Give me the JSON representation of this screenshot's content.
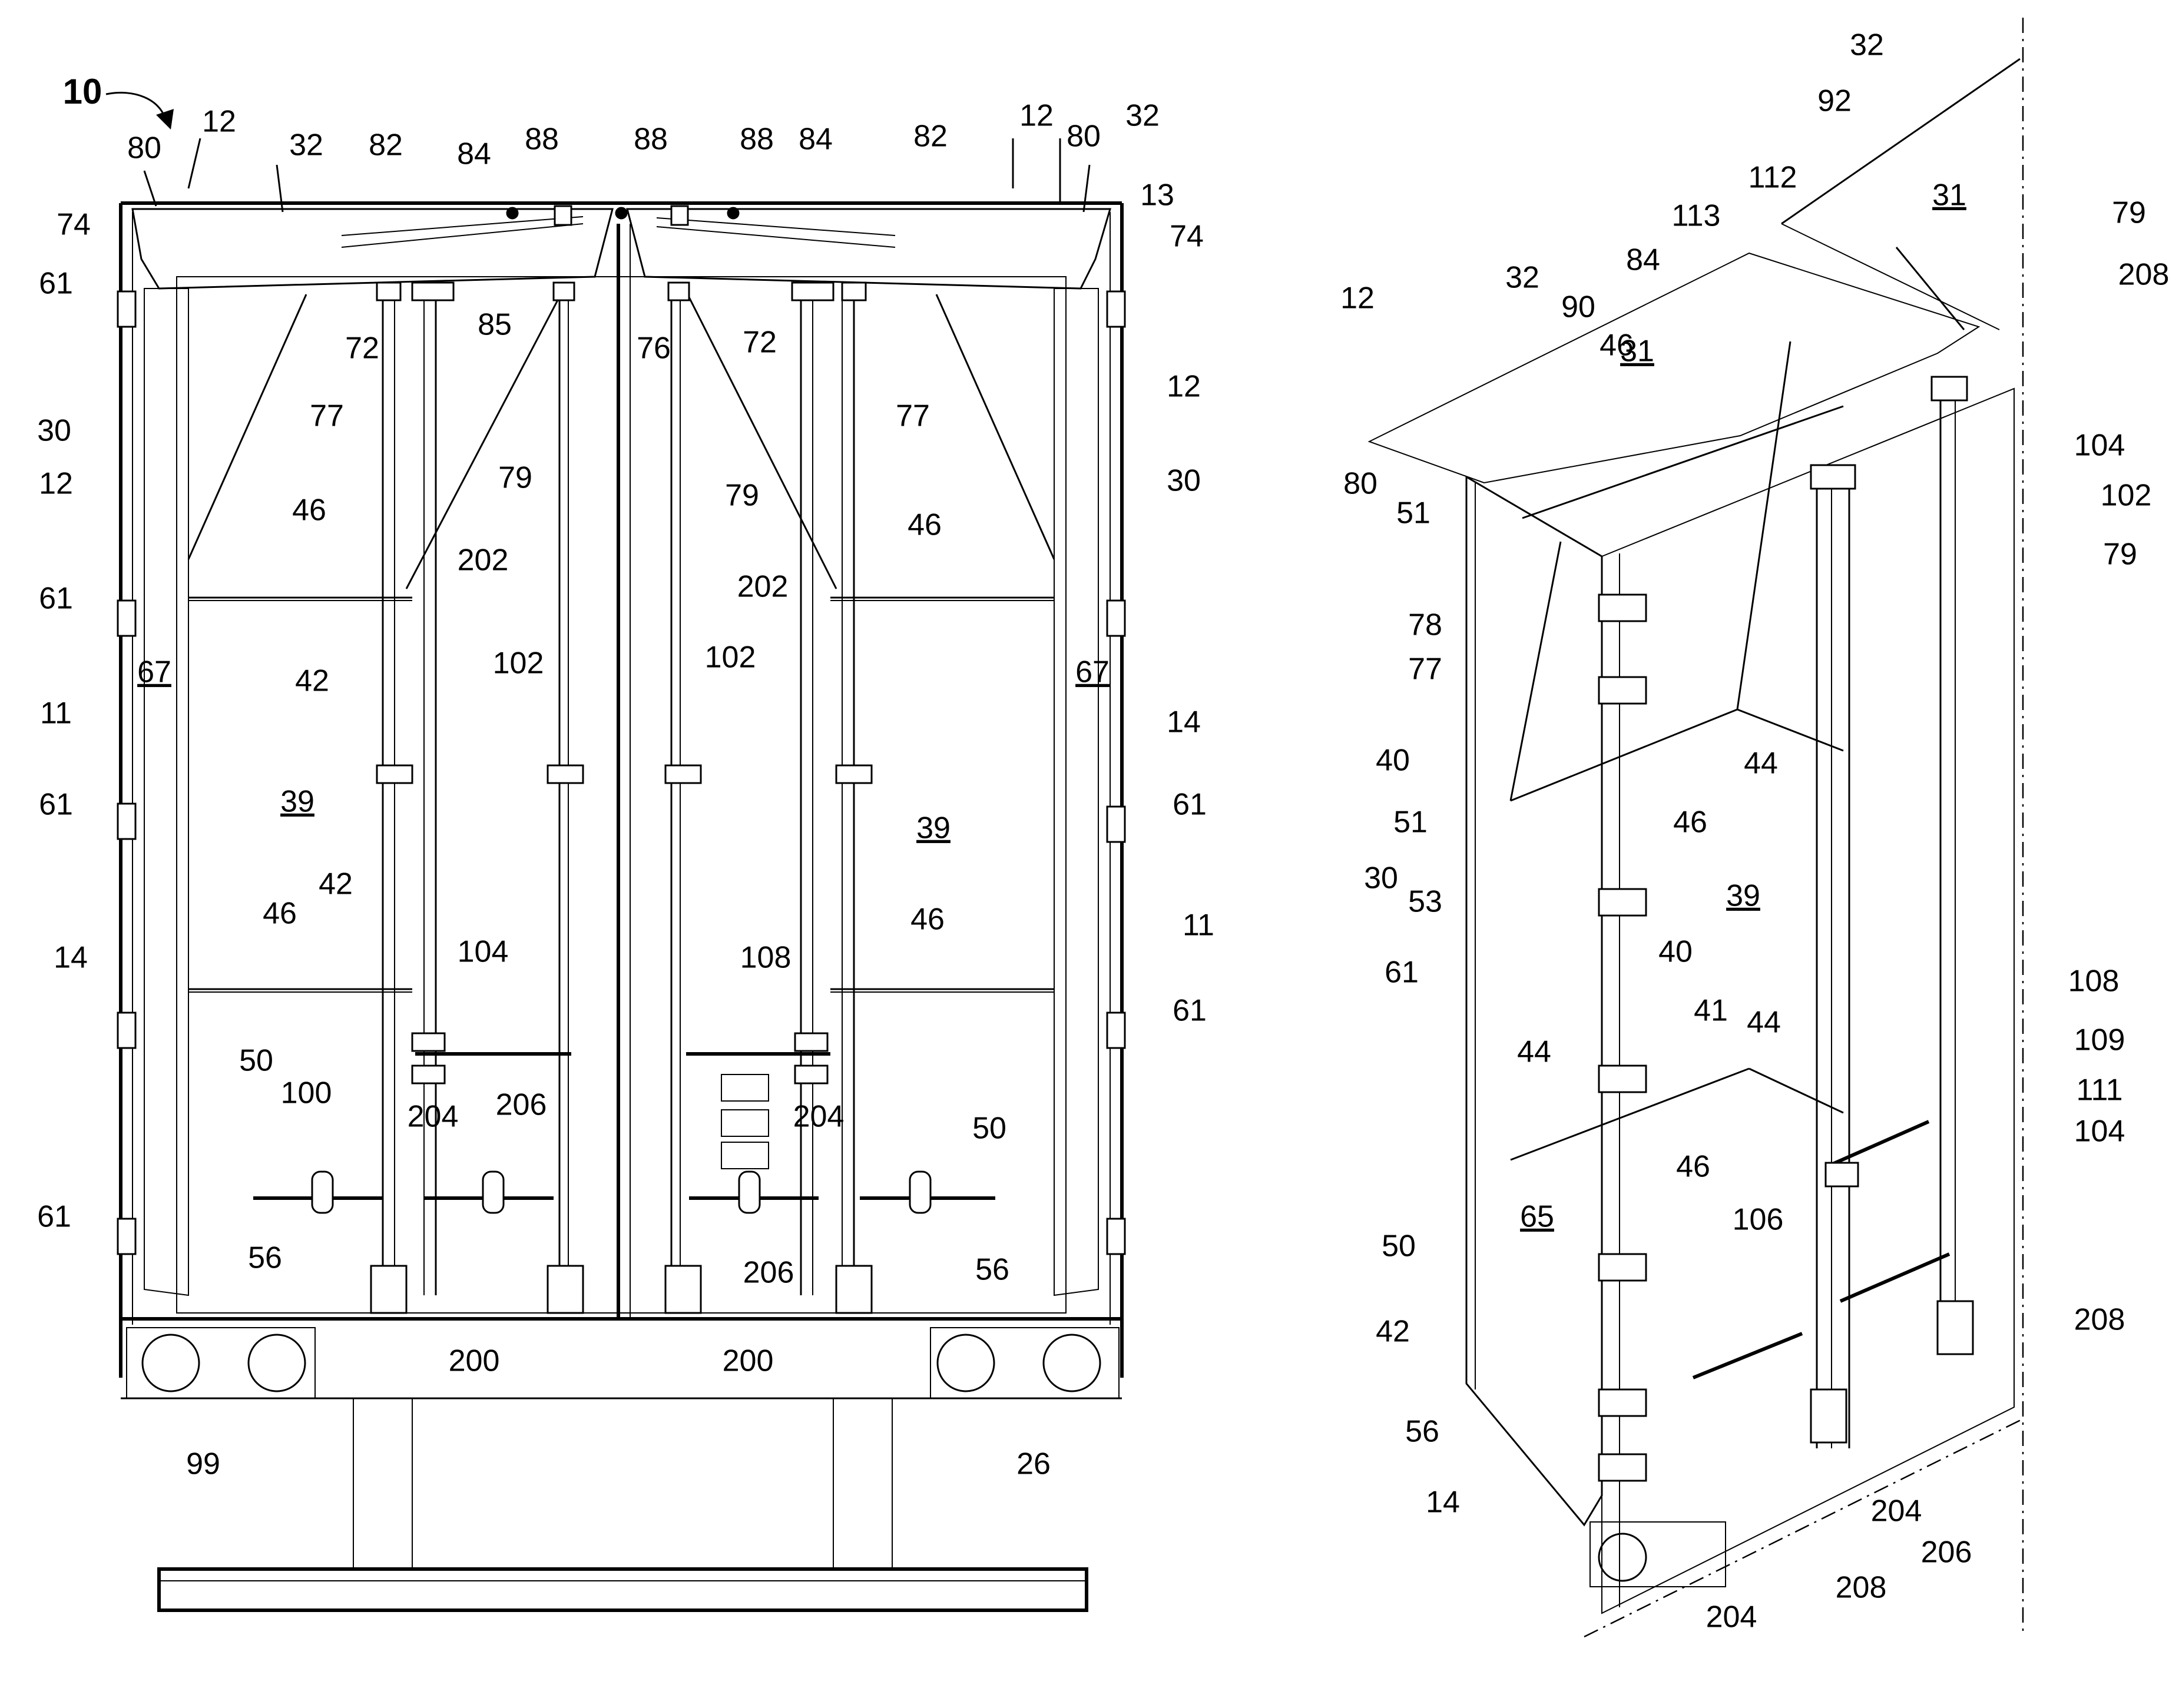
{
  "figure": {
    "main_ref": "10",
    "left_view_labels": [
      {
        "id": "l-80a",
        "text": "80"
      },
      {
        "id": "l-12a",
        "text": "12"
      },
      {
        "id": "l-32a",
        "text": "32"
      },
      {
        "id": "l-82a",
        "text": "82"
      },
      {
        "id": "l-84a",
        "text": "84"
      },
      {
        "id": "l-88a",
        "text": "88"
      },
      {
        "id": "l-88b",
        "text": "88"
      },
      {
        "id": "l-88c",
        "text": "88"
      },
      {
        "id": "l-84b",
        "text": "84"
      },
      {
        "id": "l-82b",
        "text": "82"
      },
      {
        "id": "l-12b",
        "text": "12"
      },
      {
        "id": "l-80b",
        "text": "80"
      },
      {
        "id": "l-32b",
        "text": "32"
      },
      {
        "id": "l-13",
        "text": "13"
      },
      {
        "id": "l-74a",
        "text": "74"
      },
      {
        "id": "l-74b",
        "text": "74"
      },
      {
        "id": "l-61a",
        "text": "61"
      },
      {
        "id": "l-72a",
        "text": "72"
      },
      {
        "id": "l-85",
        "text": "85"
      },
      {
        "id": "l-76",
        "text": "76"
      },
      {
        "id": "l-72b",
        "text": "72"
      },
      {
        "id": "l-30a",
        "text": "30"
      },
      {
        "id": "l-77a",
        "text": "77"
      },
      {
        "id": "l-77b",
        "text": "77"
      },
      {
        "id": "l-12c",
        "text": "12"
      },
      {
        "id": "l-12d",
        "text": "12"
      },
      {
        "id": "l-79a",
        "text": "79"
      },
      {
        "id": "l-79b",
        "text": "79"
      },
      {
        "id": "l-30b",
        "text": "30"
      },
      {
        "id": "l-46a",
        "text": "46"
      },
      {
        "id": "l-46b",
        "text": "46"
      },
      {
        "id": "l-202a",
        "text": "202"
      },
      {
        "id": "l-202b",
        "text": "202"
      },
      {
        "id": "l-61b",
        "text": "61"
      },
      {
        "id": "l-42a",
        "text": "42"
      },
      {
        "id": "l-102a",
        "text": "102"
      },
      {
        "id": "l-102b",
        "text": "102"
      },
      {
        "id": "l-67a",
        "text": "67",
        "underline": true
      },
      {
        "id": "l-67b",
        "text": "67",
        "underline": true
      },
      {
        "id": "l-11a",
        "text": "11"
      },
      {
        "id": "l-14a",
        "text": "14"
      },
      {
        "id": "l-39a",
        "text": "39",
        "underline": true
      },
      {
        "id": "l-39b",
        "text": "39",
        "underline": true
      },
      {
        "id": "l-61c",
        "text": "61"
      },
      {
        "id": "l-61d",
        "text": "61"
      },
      {
        "id": "l-42b",
        "text": "42"
      },
      {
        "id": "l-46c",
        "text": "46"
      },
      {
        "id": "l-46d",
        "text": "46"
      },
      {
        "id": "l-14b",
        "text": "14"
      },
      {
        "id": "l-11b",
        "text": "11"
      },
      {
        "id": "l-104a",
        "text": "104"
      },
      {
        "id": "l-108a",
        "text": "108"
      },
      {
        "id": "l-61e",
        "text": "61"
      },
      {
        "id": "l-50a",
        "text": "50"
      },
      {
        "id": "l-100",
        "text": "100"
      },
      {
        "id": "l-204a",
        "text": "204"
      },
      {
        "id": "l-206a",
        "text": "206"
      },
      {
        "id": "l-204b",
        "text": "204"
      },
      {
        "id": "l-50b",
        "text": "50"
      },
      {
        "id": "l-61f",
        "text": "61"
      },
      {
        "id": "l-56a",
        "text": "56"
      },
      {
        "id": "l-206b",
        "text": "206"
      },
      {
        "id": "l-56b",
        "text": "56"
      },
      {
        "id": "l-200a",
        "text": "200"
      },
      {
        "id": "l-200b",
        "text": "200"
      },
      {
        "id": "l-99",
        "text": "99"
      },
      {
        "id": "l-26",
        "text": "26"
      }
    ],
    "right_view_labels": [
      {
        "id": "r-32a",
        "text": "32"
      },
      {
        "id": "r-92",
        "text": "92"
      },
      {
        "id": "r-31a",
        "text": "31",
        "underline": true
      },
      {
        "id": "r-112",
        "text": "112"
      },
      {
        "id": "r-113",
        "text": "113"
      },
      {
        "id": "r-79a",
        "text": "79"
      },
      {
        "id": "r-208a",
        "text": "208"
      },
      {
        "id": "r-84",
        "text": "84"
      },
      {
        "id": "r-12",
        "text": "12"
      },
      {
        "id": "r-32b",
        "text": "32"
      },
      {
        "id": "r-31b",
        "text": "31",
        "underline": true
      },
      {
        "id": "r-90",
        "text": "90"
      },
      {
        "id": "r-46a",
        "text": "46"
      },
      {
        "id": "r-104a",
        "text": "104"
      },
      {
        "id": "r-80",
        "text": "80"
      },
      {
        "id": "r-51a",
        "text": "51"
      },
      {
        "id": "r-102",
        "text": "102"
      },
      {
        "id": "r-79b",
        "text": "79"
      },
      {
        "id": "r-78",
        "text": "78"
      },
      {
        "id": "r-77",
        "text": "77"
      },
      {
        "id": "r-40a",
        "text": "40"
      },
      {
        "id": "r-44a",
        "text": "44"
      },
      {
        "id": "r-51b",
        "text": "51"
      },
      {
        "id": "r-46b",
        "text": "46"
      },
      {
        "id": "r-30",
        "text": "30"
      },
      {
        "id": "r-53",
        "text": "53"
      },
      {
        "id": "r-39",
        "text": "39",
        "underline": true
      },
      {
        "id": "r-61",
        "text": "61"
      },
      {
        "id": "r-40b",
        "text": "40"
      },
      {
        "id": "r-108",
        "text": "108"
      },
      {
        "id": "r-44b",
        "text": "44"
      },
      {
        "id": "r-41",
        "text": "41"
      },
      {
        "id": "r-44c",
        "text": "44"
      },
      {
        "id": "r-109",
        "text": "109"
      },
      {
        "id": "r-111",
        "text": "111"
      },
      {
        "id": "r-46c",
        "text": "46"
      },
      {
        "id": "r-104b",
        "text": "104"
      },
      {
        "id": "r-65",
        "text": "65",
        "underline": true
      },
      {
        "id": "r-106",
        "text": "106"
      },
      {
        "id": "r-50",
        "text": "50"
      },
      {
        "id": "r-42",
        "text": "42"
      },
      {
        "id": "r-208b",
        "text": "208"
      },
      {
        "id": "r-56",
        "text": "56"
      },
      {
        "id": "r-204a",
        "text": "204"
      },
      {
        "id": "r-206",
        "text": "206"
      },
      {
        "id": "r-14",
        "text": "14"
      },
      {
        "id": "r-208c",
        "text": "208"
      },
      {
        "id": "r-204b",
        "text": "204"
      }
    ]
  }
}
